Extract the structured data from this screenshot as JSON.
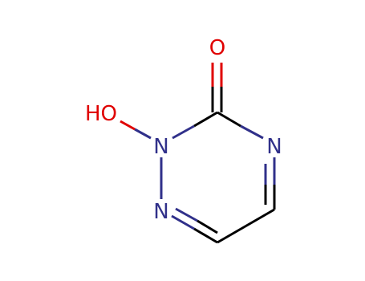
{
  "molecule": {
    "atoms": {
      "o_carbonyl": "O",
      "hydroxyl": "HO",
      "n2": "N",
      "n4": "N",
      "n1": "N"
    }
  },
  "colors": {
    "bond": "#000000",
    "nitrogen": "#30308a",
    "oxygen": "#e00000"
  }
}
